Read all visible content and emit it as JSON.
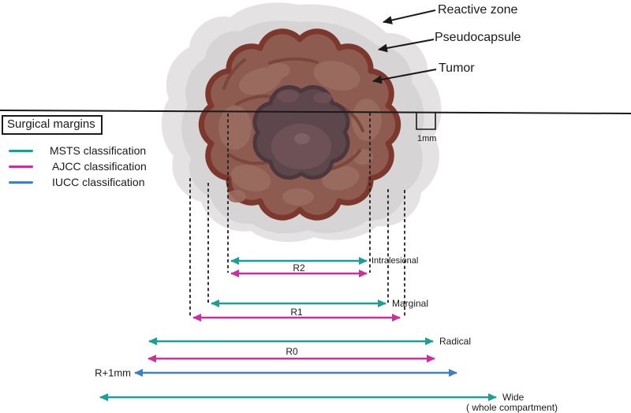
{
  "colors": {
    "teal": "#1f9e96",
    "magenta": "#cb2f9f",
    "blue": "#4080c1",
    "ink": "#1a1a1a"
  },
  "annotations": {
    "reactive_zone": "Reactive zone",
    "pseudocapsule": "Pseudocapsule",
    "tumor": "Tumor"
  },
  "scale_bar": {
    "label": "1mm"
  },
  "legend": {
    "title": "Surgical margins",
    "items": [
      {
        "id": "msts",
        "label": "MSTS classification",
        "color": "#1f9e96"
      },
      {
        "id": "ajcc",
        "label": "AJCC classification",
        "color": "#cb2f9f"
      },
      {
        "id": "iucc",
        "label": "IUCC classification",
        "color": "#4080c1"
      }
    ]
  },
  "margins": {
    "intralesional": {
      "label": "Intralesional"
    },
    "r2": {
      "label": "R2"
    },
    "marginal": {
      "label": "Marginal"
    },
    "r1": {
      "label": "R1"
    },
    "radical": {
      "label": "Radical"
    },
    "r0": {
      "label": "R0"
    },
    "r_plus_1mm": {
      "label": "R+1mm"
    },
    "wide": {
      "label": "Wide",
      "sublabel": "( whole compartment)"
    }
  }
}
